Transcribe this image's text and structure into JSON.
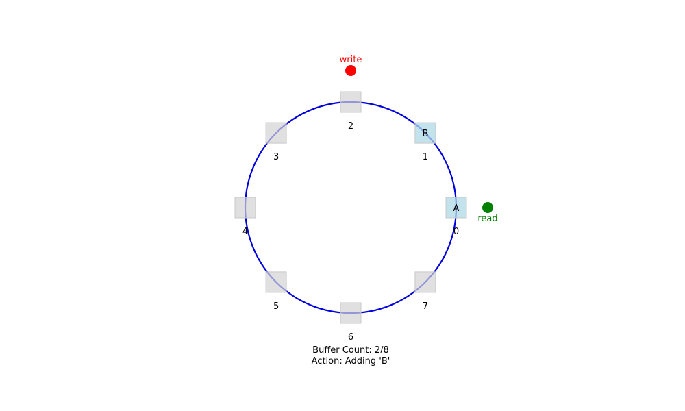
{
  "buffer": {
    "capacity": 8,
    "slots": [
      {
        "index": "0",
        "value": "A",
        "filled": true
      },
      {
        "index": "1",
        "value": "B",
        "filled": true
      },
      {
        "index": "2",
        "value": "",
        "filled": false
      },
      {
        "index": "3",
        "value": "",
        "filled": false
      },
      {
        "index": "4",
        "value": "",
        "filled": false
      },
      {
        "index": "5",
        "value": "",
        "filled": false
      },
      {
        "index": "6",
        "value": "",
        "filled": false
      },
      {
        "index": "7",
        "value": "",
        "filled": false
      }
    ]
  },
  "pointers": {
    "write": {
      "label": "write",
      "slot": 2,
      "color": "#ff0000"
    },
    "read": {
      "label": "read",
      "slot": 0,
      "color": "#008000"
    }
  },
  "status": {
    "count_text": "Buffer Count: 2/8",
    "action_text": "Action: Adding 'B'"
  },
  "colors": {
    "ring": "#0000dd",
    "filled_slot": "#add8e6",
    "empty_slot": "#d3d3d3"
  }
}
